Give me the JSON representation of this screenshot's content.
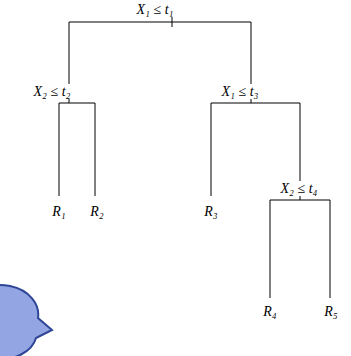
{
  "diagram": {
    "labels": [
      "X₁ ≤ t₁",
      "X₂ ≤ t₂",
      "X₁ ≤ t₃",
      "X₂ ≤ t₄",
      "R₁",
      "R₂",
      "R₃",
      "R₄",
      "R₅"
    ]
  }
}
